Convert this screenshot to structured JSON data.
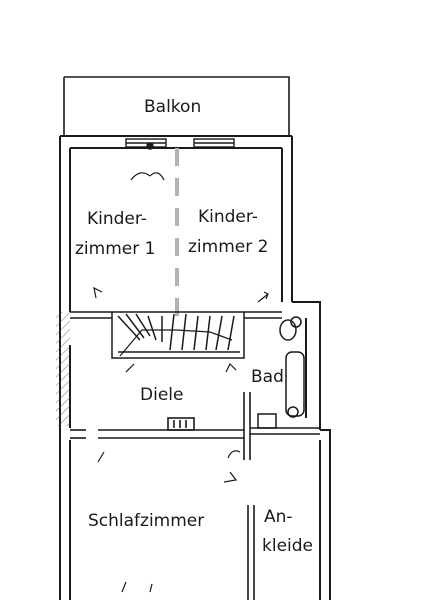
{
  "rooms": {
    "balkon": "Balkon",
    "kinderzimmer1": [
      "Kinder-",
      "zimmer 1"
    ],
    "kinderzimmer2": [
      "Kinder-",
      "zimmer 2"
    ],
    "diele": "Diele",
    "bad": "Bad",
    "schlafzimmer": "Schlafzimmer",
    "ankleide": [
      "An-",
      "kleide"
    ]
  },
  "colors": {
    "ink": "#1a1a1a",
    "dashed_divider": "#b3b3b3",
    "wall_hatch": "#555555",
    "paper": "#ffffff"
  }
}
